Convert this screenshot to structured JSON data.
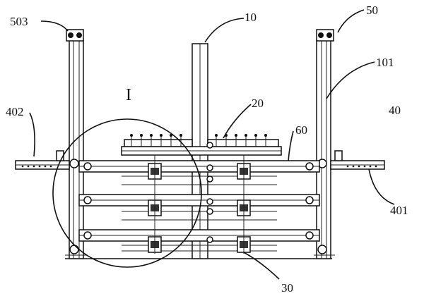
{
  "labels": {
    "l503": "503",
    "l10": "10",
    "l50": "50",
    "l101": "101",
    "l402": "402",
    "l20": "20",
    "l40": "40",
    "l60": "60",
    "l401": "401",
    "l30": "30",
    "roman": "I"
  }
}
